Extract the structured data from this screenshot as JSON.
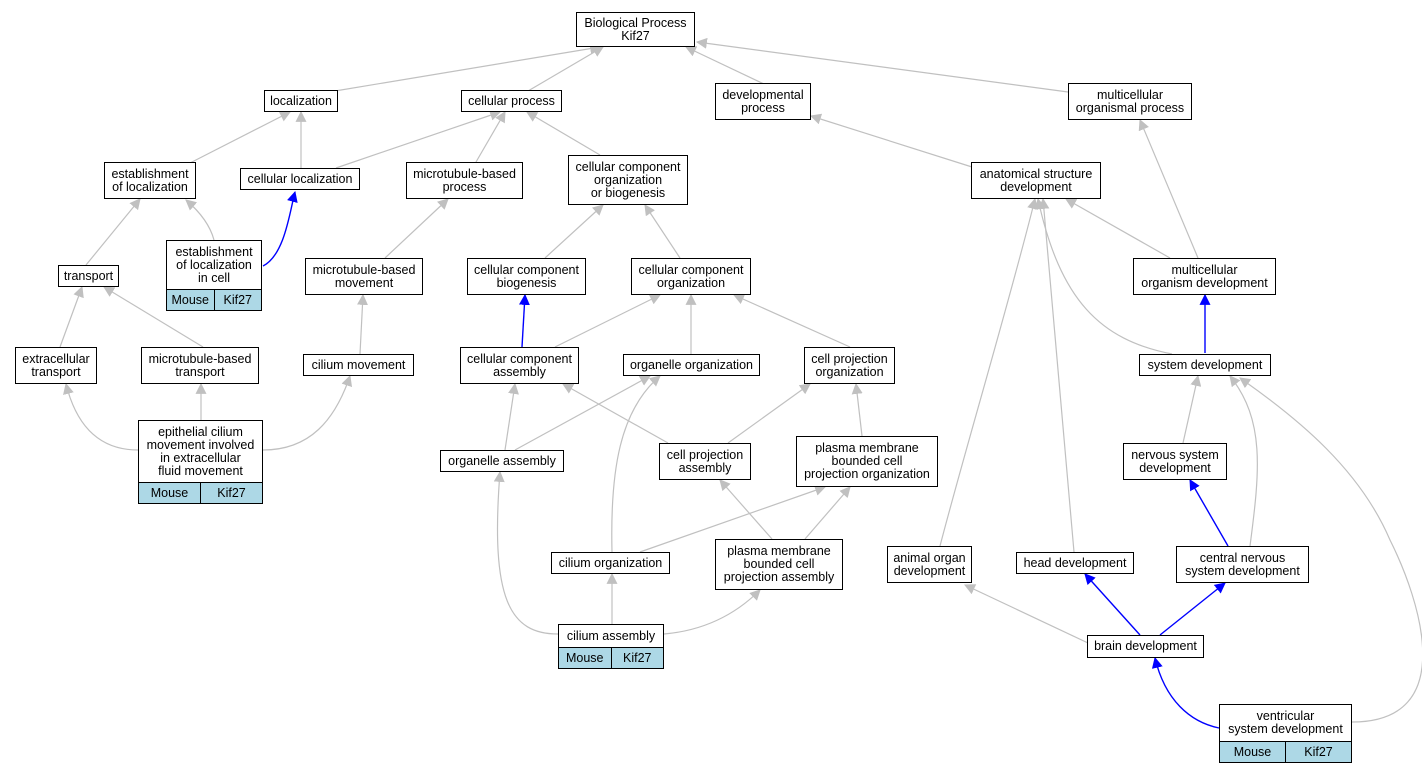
{
  "colors": {
    "is_a": "#c0c0c0",
    "part_of": "#0000ff",
    "annotation_fill": "#add8e6"
  },
  "annotation": {
    "species": "Mouse",
    "gene": "Kif27"
  },
  "nodes": {
    "root": "Biological Process\nKif27",
    "localization": "localization",
    "cellular_process": "cellular process",
    "developmental_process": "developmental\nprocess",
    "multicellular_organismal_process": "multicellular\norganismal process",
    "establishment_of_localization": "establishment\nof localization",
    "cellular_localization": "cellular localization",
    "microtubule_based_process": "microtubule-based\nprocess",
    "cc_org_or_biogenesis": "cellular component\norganization\nor biogenesis",
    "anatomical_structure_development": "anatomical structure\ndevelopment",
    "establishment_of_localization_in_cell": "establishment\nof localization\nin cell",
    "transport": "transport",
    "microtubule_based_movement": "microtubule-based\nmovement",
    "cc_biogenesis": "cellular component\nbiogenesis",
    "cc_organization": "cellular component\norganization",
    "multicellular_organism_development": "multicellular\norganism development",
    "extracellular_transport": "extracellular\ntransport",
    "microtubule_based_transport": "microtubule-based\ntransport",
    "cilium_movement": "cilium movement",
    "cc_assembly": "cellular component\nassembly",
    "organelle_organization": "organelle organization",
    "cell_projection_organization": "cell projection\norganization",
    "system_development": "system development",
    "epithelial_cilium_movement": "epithelial cilium\nmovement involved\nin extracellular\nfluid movement",
    "organelle_assembly": "organelle assembly",
    "cell_projection_assembly": "cell projection\nassembly",
    "pm_bounded_cell_projection_org": "plasma membrane\nbounded cell\nprojection organization",
    "nervous_system_development": "nervous system\ndevelopment",
    "cilium_organization": "cilium organization",
    "pm_bounded_cell_projection_assembly": "plasma membrane\nbounded cell\nprojection assembly",
    "animal_organ_development": "animal organ\ndevelopment",
    "head_development": "head development",
    "cns_development": "central nervous\nsystem development",
    "cilium_assembly": "cilium assembly",
    "brain_development": "brain development",
    "ventricular_system_development": "ventricular\nsystem development"
  }
}
